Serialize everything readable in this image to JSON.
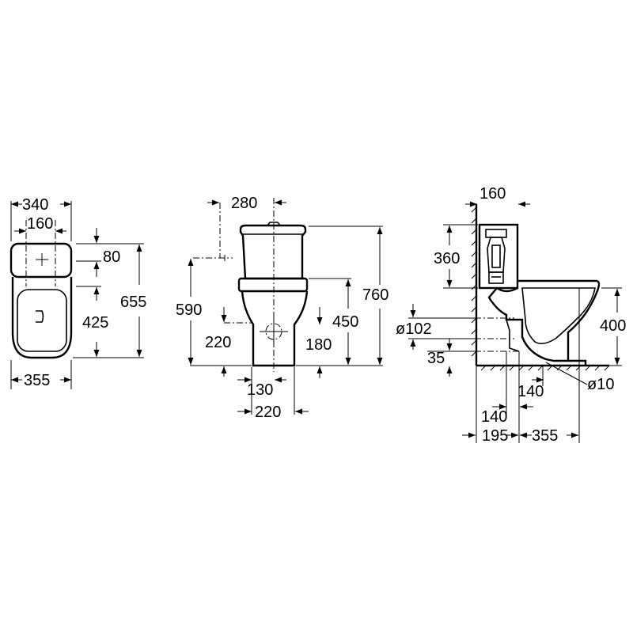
{
  "diagram": {
    "views": {
      "top": {
        "labels": [
          "340",
          "160",
          "80",
          "655",
          "425",
          "355"
        ]
      },
      "front": {
        "labels": [
          "280",
          "590",
          "760",
          "450",
          "220",
          "180",
          "130",
          "220"
        ]
      },
      "side": {
        "labels": [
          "160",
          "360",
          "400",
          "ø102",
          "35",
          "140",
          "ø10",
          "140",
          "195",
          "355"
        ]
      }
    },
    "colors": {
      "line": "#000000",
      "background": "#ffffff"
    }
  }
}
